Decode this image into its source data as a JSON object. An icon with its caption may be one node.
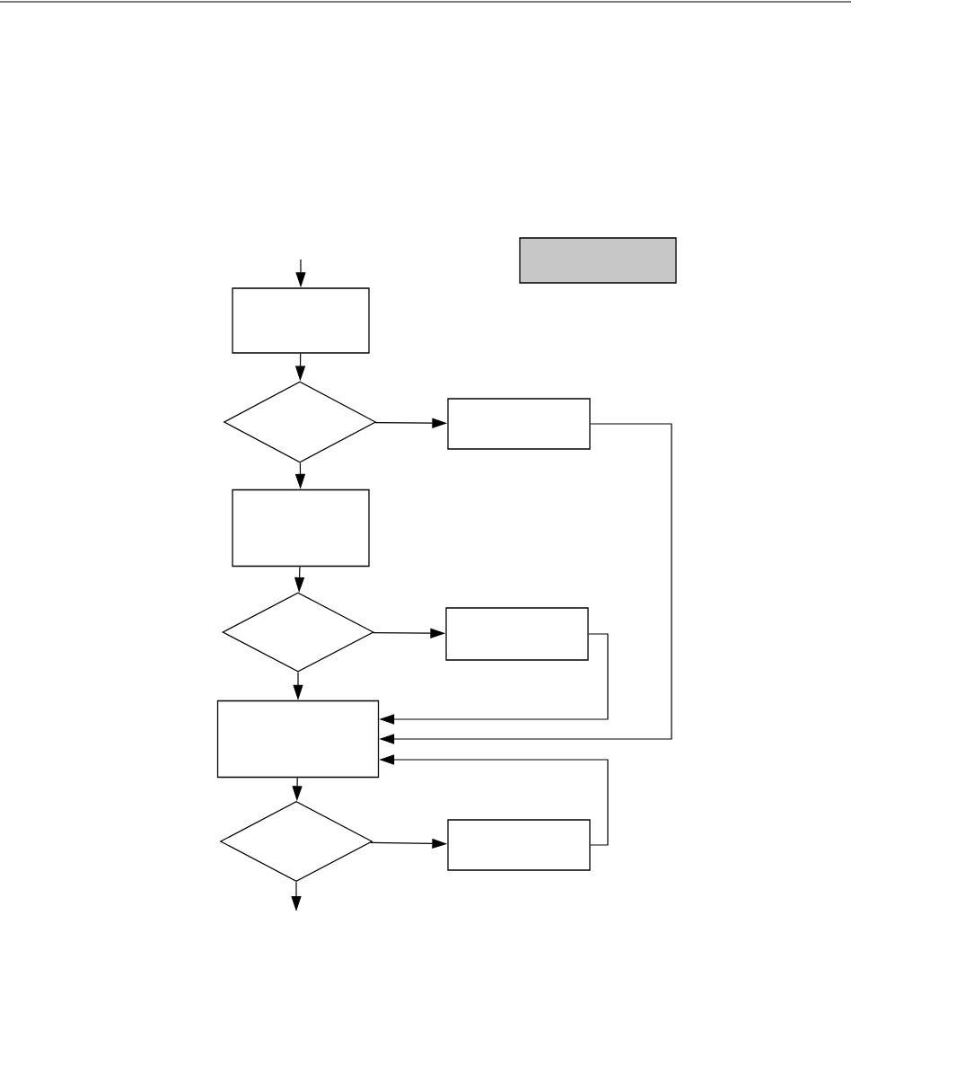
{
  "diagram": {
    "nodes": [
      {
        "text": [],
        "shape": "box"
      },
      {
        "text": [],
        "shape": "box"
      },
      {
        "text": [],
        "shape": "diamond"
      },
      {
        "text": [],
        "shape": "box"
      },
      {
        "text": [],
        "shape": "box"
      },
      {
        "text": [],
        "shape": "diamond"
      },
      {
        "text": [],
        "shape": "box"
      },
      {
        "text": [],
        "shape": "box"
      },
      {
        "text": [],
        "shape": "diamond"
      },
      {
        "text": [],
        "shape": "box"
      }
    ],
    "edges": [
      {
        "from": null,
        "to": 1,
        "arrow": "to"
      },
      {
        "from": 1,
        "to": 2,
        "arrow": "to"
      },
      {
        "from": 2,
        "to": 3,
        "arrow": "to"
      },
      {
        "from": 2,
        "to": 4,
        "arrow": "to"
      },
      {
        "from": 4,
        "to": 5,
        "arrow": "to"
      },
      {
        "from": 5,
        "to": 6,
        "arrow": "to"
      },
      {
        "from": 5,
        "to": 7,
        "arrow": "to"
      },
      {
        "from": 6,
        "to": 7,
        "arrow": "to"
      },
      {
        "from": 3,
        "to": 7,
        "arrow": "to"
      },
      {
        "from": 7,
        "to": 8,
        "arrow": "to"
      },
      {
        "from": 8,
        "to": 9,
        "arrow": "to"
      },
      {
        "from": 9,
        "to": 7,
        "arrow": "to"
      },
      {
        "from": 8,
        "to": null,
        "arrow": "to"
      }
    ]
  }
}
